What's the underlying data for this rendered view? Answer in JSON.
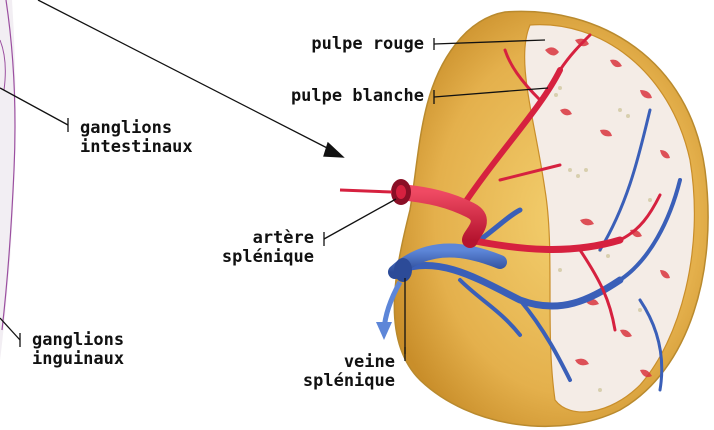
{
  "labels": {
    "ganglions_intestinaux": {
      "line1": "ganglions",
      "line2": "intestinaux"
    },
    "ganglions_inguinaux": {
      "line1": "ganglions",
      "line2": "inguinaux"
    },
    "pulpe_rouge": "pulpe rouge",
    "pulpe_blanche": "pulpe blanche",
    "artere_splenique": {
      "line1": "artère",
      "line2": "splénique"
    },
    "veine_splenique": {
      "line1": "veine",
      "line2": "splénique"
    }
  },
  "colors": {
    "capsule": "#e8b84f",
    "capsule_dark": "#c98e2a",
    "pulp_bg": "#f4ece6",
    "artery": "#d6213f",
    "vein": "#3a5fb8",
    "leader_line": "#111111",
    "body_outline": "#9b4fa0"
  }
}
